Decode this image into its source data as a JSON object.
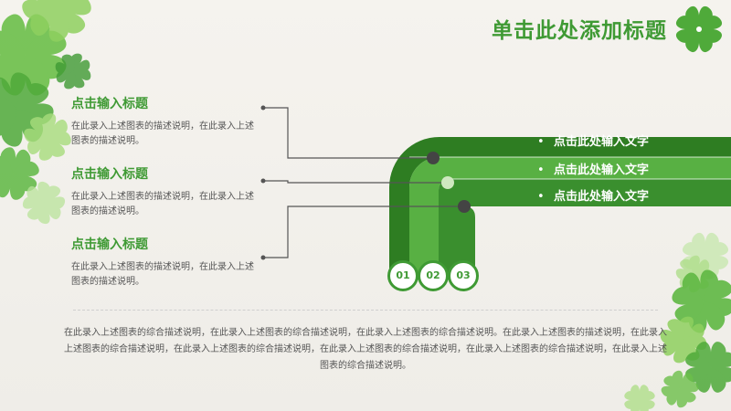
{
  "title": "单击此处添加标题",
  "items": [
    {
      "title": "点击输入标题",
      "desc": "在此录入上述图表的描述说明，在此录入上述图表的描述说明。"
    },
    {
      "title": "点击输入标题",
      "desc": "在此录入上述图表的描述说明，在此录入上述图表的描述说明。"
    },
    {
      "title": "点击输入标题",
      "desc": "在此录入上述图表的描述说明，在此录入上述图表的描述说明。"
    }
  ],
  "bars": [
    {
      "label": "点击此处输入文字"
    },
    {
      "label": "点击此处输入文字"
    },
    {
      "label": "点击此处输入文字"
    }
  ],
  "numbers": [
    "01",
    "02",
    "03"
  ],
  "summary": "在此录入上述图表的综合描述说明，在此录入上述图表的综合描述说明，在此录入上述图表的综合描述说明。在此录入上述图表的描述说明，在此录入上述图表的综合描述说明，在此录入上述图表的综合描述说明，在此录入上述图表的综合描述说明，在此录入上述图表的综合描述说明，在此录入上述图表的综合描述说明。",
  "colors": {
    "accent": "#3f9a34",
    "dark_green": "#2e7d22",
    "light_green": "#58b043",
    "text": "#555555"
  },
  "icons": [
    "clover-icon",
    "clover-decoration"
  ]
}
